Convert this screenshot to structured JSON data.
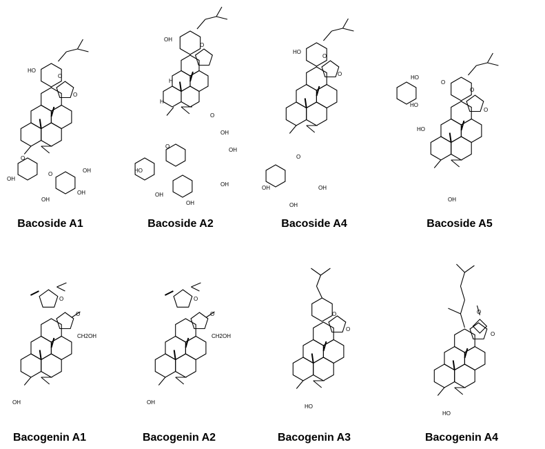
{
  "compounds": [
    {
      "name": "Bacoside A1",
      "atoms": [
        "HO",
        "O",
        "O",
        "O",
        "OH",
        "OH",
        "OH",
        "OH",
        "O"
      ]
    },
    {
      "name": "Bacoside A2",
      "atoms": [
        "OH",
        "O",
        "H",
        "H",
        "O",
        "OH",
        "OH",
        "O",
        "HO",
        "OH",
        "OH",
        "OH"
      ]
    },
    {
      "name": "Bacoside A4",
      "atoms": [
        "HO",
        "O",
        "O",
        "O",
        "OH",
        "OH",
        "OH"
      ]
    },
    {
      "name": "Bacoside A5",
      "atoms": [
        "HO",
        "O",
        "HO",
        "HO",
        "O",
        "O",
        "OH"
      ]
    },
    {
      "name": "Bacogenin A1",
      "atoms": [
        "O",
        "O",
        "CH2OH",
        "OH"
      ]
    },
    {
      "name": "Bacogenin A2",
      "atoms": [
        "O",
        "O",
        "CH2OH",
        "OH"
      ]
    },
    {
      "name": "Bacogenin A3",
      "atoms": [
        "O",
        "O",
        "HO"
      ]
    },
    {
      "name": "Bacogenin A4",
      "atoms": [
        "O",
        "O",
        "HO"
      ]
    }
  ],
  "colors": {
    "ink": "#000000",
    "background": "#ffffff"
  }
}
